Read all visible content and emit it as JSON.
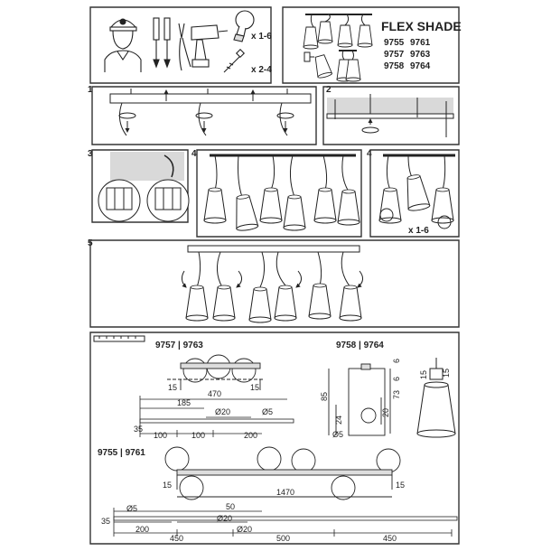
{
  "title": "FLEX SHADE",
  "model_codes": [
    "9755",
    "9761",
    "9757",
    "9763",
    "9758",
    "9764"
  ],
  "tool_counts": {
    "bulb": "x 1-6",
    "screw": "x 2-4"
  },
  "steps": {
    "s1": "1",
    "s2": "2",
    "s3": "3",
    "s4a": "4",
    "s4b": "4",
    "s5": "5"
  },
  "step4_bulbs": "x 1-6",
  "drawings": {
    "group_9757": "9757 | 9763",
    "group_9758": "9758 | 9764",
    "group_9755": "9755 | 9761"
  },
  "dims_9757": {
    "w470": "470",
    "w185": "185",
    "d20": "Ø20",
    "d5": "Ø5",
    "h35": "35",
    "w100a": "100",
    "w100b": "100",
    "w200": "200",
    "e15a": "15",
    "e15b": "15"
  },
  "dims_9758": {
    "h85": "85",
    "h73": "73",
    "h20": "20",
    "h24": "24",
    "d6a": "6",
    "d6b": "6",
    "d5": "Ø5",
    "w15": "15",
    "h15": "15"
  },
  "dims_9755": {
    "w1470": "1470",
    "e15a": "15",
    "e15b": "15",
    "d5": "Ø5",
    "w50": "50",
    "d20a": "Ø20",
    "d20b": "Ø20",
    "h35": "35",
    "w200": "200",
    "w450a": "450",
    "w500": "500",
    "w450b": "450"
  },
  "colors": {
    "panel_border": "#333333",
    "tinted": "#d9d9d9",
    "line": "#222222"
  }
}
